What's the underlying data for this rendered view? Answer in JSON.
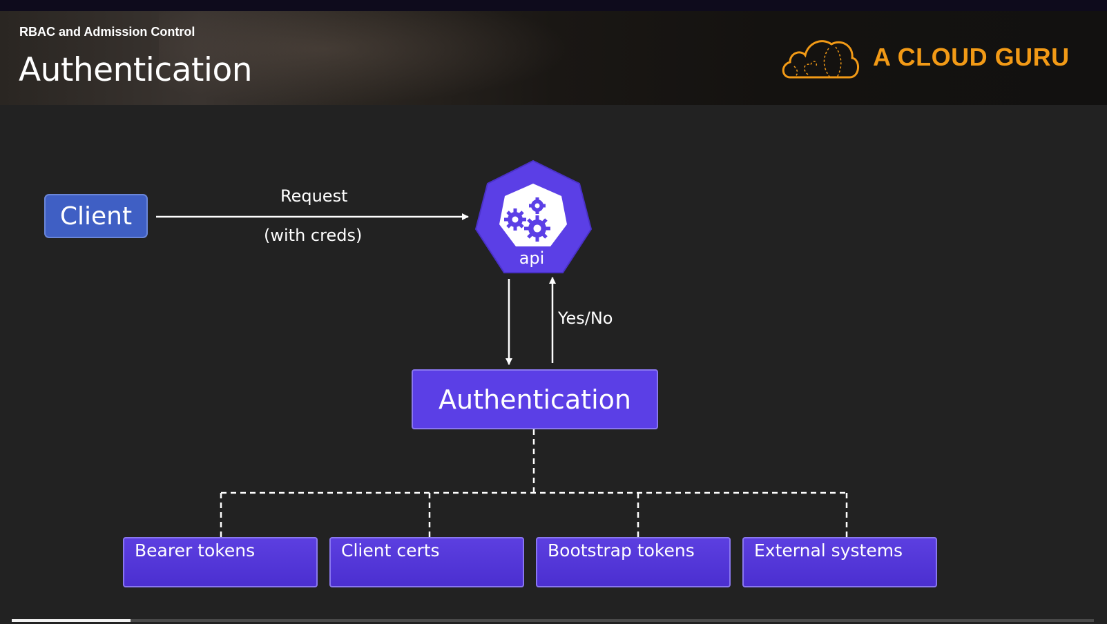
{
  "header": {
    "subtitle": "RBAC and Admission Control",
    "title": "Authentication",
    "brand_name": "A CLOUD GURU"
  },
  "diagram": {
    "client_label": "Client",
    "request_label": "Request",
    "creds_label": "(with creds)",
    "api_label": "api",
    "response_label": "Yes/No",
    "auth_label": "Authentication",
    "methods": [
      "Bearer tokens",
      "Client certs",
      "Bootstrap tokens",
      "External systems"
    ]
  },
  "player": {
    "progress": 0.11
  },
  "colors": {
    "brand": "#f29a16",
    "client_box": "#3f5fc4",
    "purple": "#5b3fe6",
    "background": "#222222"
  }
}
